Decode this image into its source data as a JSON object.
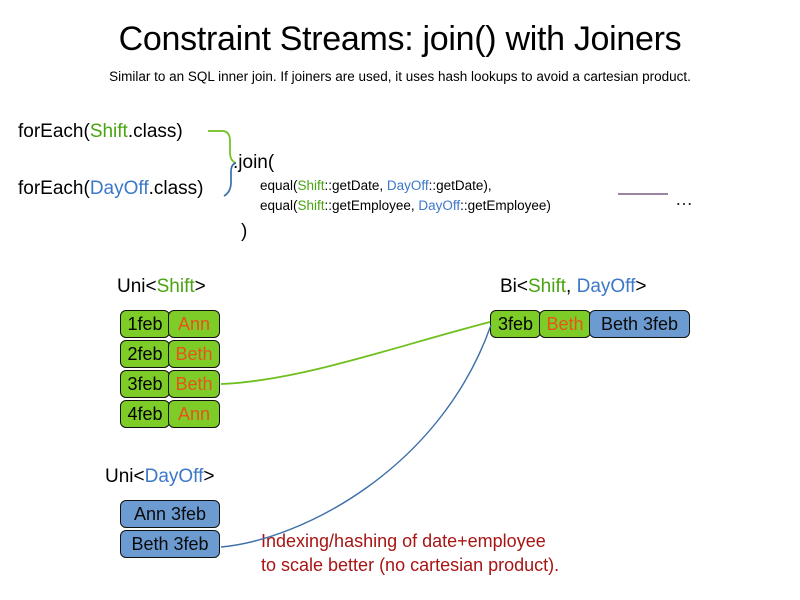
{
  "slide": {
    "title": "Constraint Streams: join() with Joiners",
    "subtitle": "Similar to an SQL inner join. If joiners are used, it uses hash lookups to avoid a cartesian product.",
    "annotation_line1": "Indexing/hashing of date+employee",
    "annotation_line2": "to scale better (no cartesian product)."
  },
  "code": {
    "foreach_shift": {
      "prefix": "forEach(",
      "type": "Shift",
      "suffix": ".class)"
    },
    "foreach_dayoff": {
      "prefix": "forEach(",
      "type": "DayOff",
      "suffix": ".class)"
    },
    "join_open": ".join(",
    "join_close": ")",
    "arg_date": {
      "prefix": "equal(",
      "left_type": "Shift",
      "left_method": "::getDate, ",
      "right_type": "DayOff",
      "right_method": "::getDate),"
    },
    "arg_employee": {
      "prefix": "equal(",
      "left_type": "Shift",
      "left_method": "::getEmployee, ",
      "right_type": "DayOff",
      "right_method": "::getEmployee)"
    },
    "ellipsis": "…"
  },
  "streams": {
    "uni_shift": {
      "label_prefix": "Uni<",
      "label_type": "Shift",
      "label_suffix": ">",
      "rows": [
        {
          "date": "1feb",
          "employee": "Ann"
        },
        {
          "date": "2feb",
          "employee": "Beth"
        },
        {
          "date": "3feb",
          "employee": "Beth"
        },
        {
          "date": "4feb",
          "employee": "Ann"
        }
      ]
    },
    "uni_dayoff": {
      "label_prefix": "Uni<",
      "label_type": "DayOff",
      "label_suffix": ">",
      "rows": [
        {
          "text": "Ann 3feb"
        },
        {
          "text": "Beth 3feb"
        }
      ]
    },
    "bi": {
      "label_prefix": "Bi<",
      "label_type_a": "Shift",
      "label_separator": ", ",
      "label_type_b": "DayOff",
      "label_suffix": ">",
      "row": {
        "date": "3feb",
        "employee": "Beth",
        "dayoff": "Beth 3feb"
      }
    }
  },
  "colors": {
    "shift_green": "#4AA310",
    "dayoff_blue": "#3C78C8",
    "box_green": "#7DCC28",
    "box_blue": "#6C9BD2",
    "employee_orange": "#E8531A",
    "annotation_red": "#A81414",
    "connector_green": "#6FBF1E",
    "connector_blue": "#3A6EA8",
    "rule_purple": "#7A5C80"
  }
}
